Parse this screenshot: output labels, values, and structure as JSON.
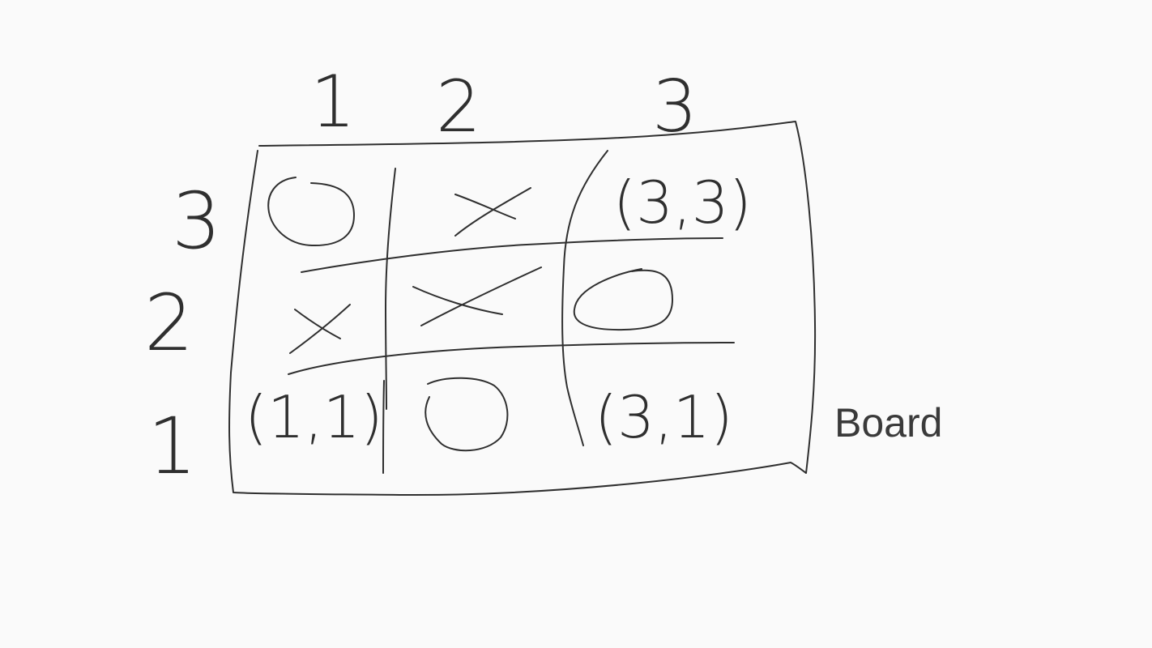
{
  "board_label": "Board",
  "column_numbers": [
    "1",
    "2",
    "3"
  ],
  "row_numbers": [
    "3",
    "2",
    "1"
  ],
  "cells": {
    "r3c1": "O",
    "r3c2": "X",
    "r3c3": "(3,3)",
    "r2c1": "X",
    "r2c2": "X",
    "r2c3": "O",
    "r1c1": "(1,1)",
    "r1c2": "O",
    "r1c3": "(3,1)"
  }
}
